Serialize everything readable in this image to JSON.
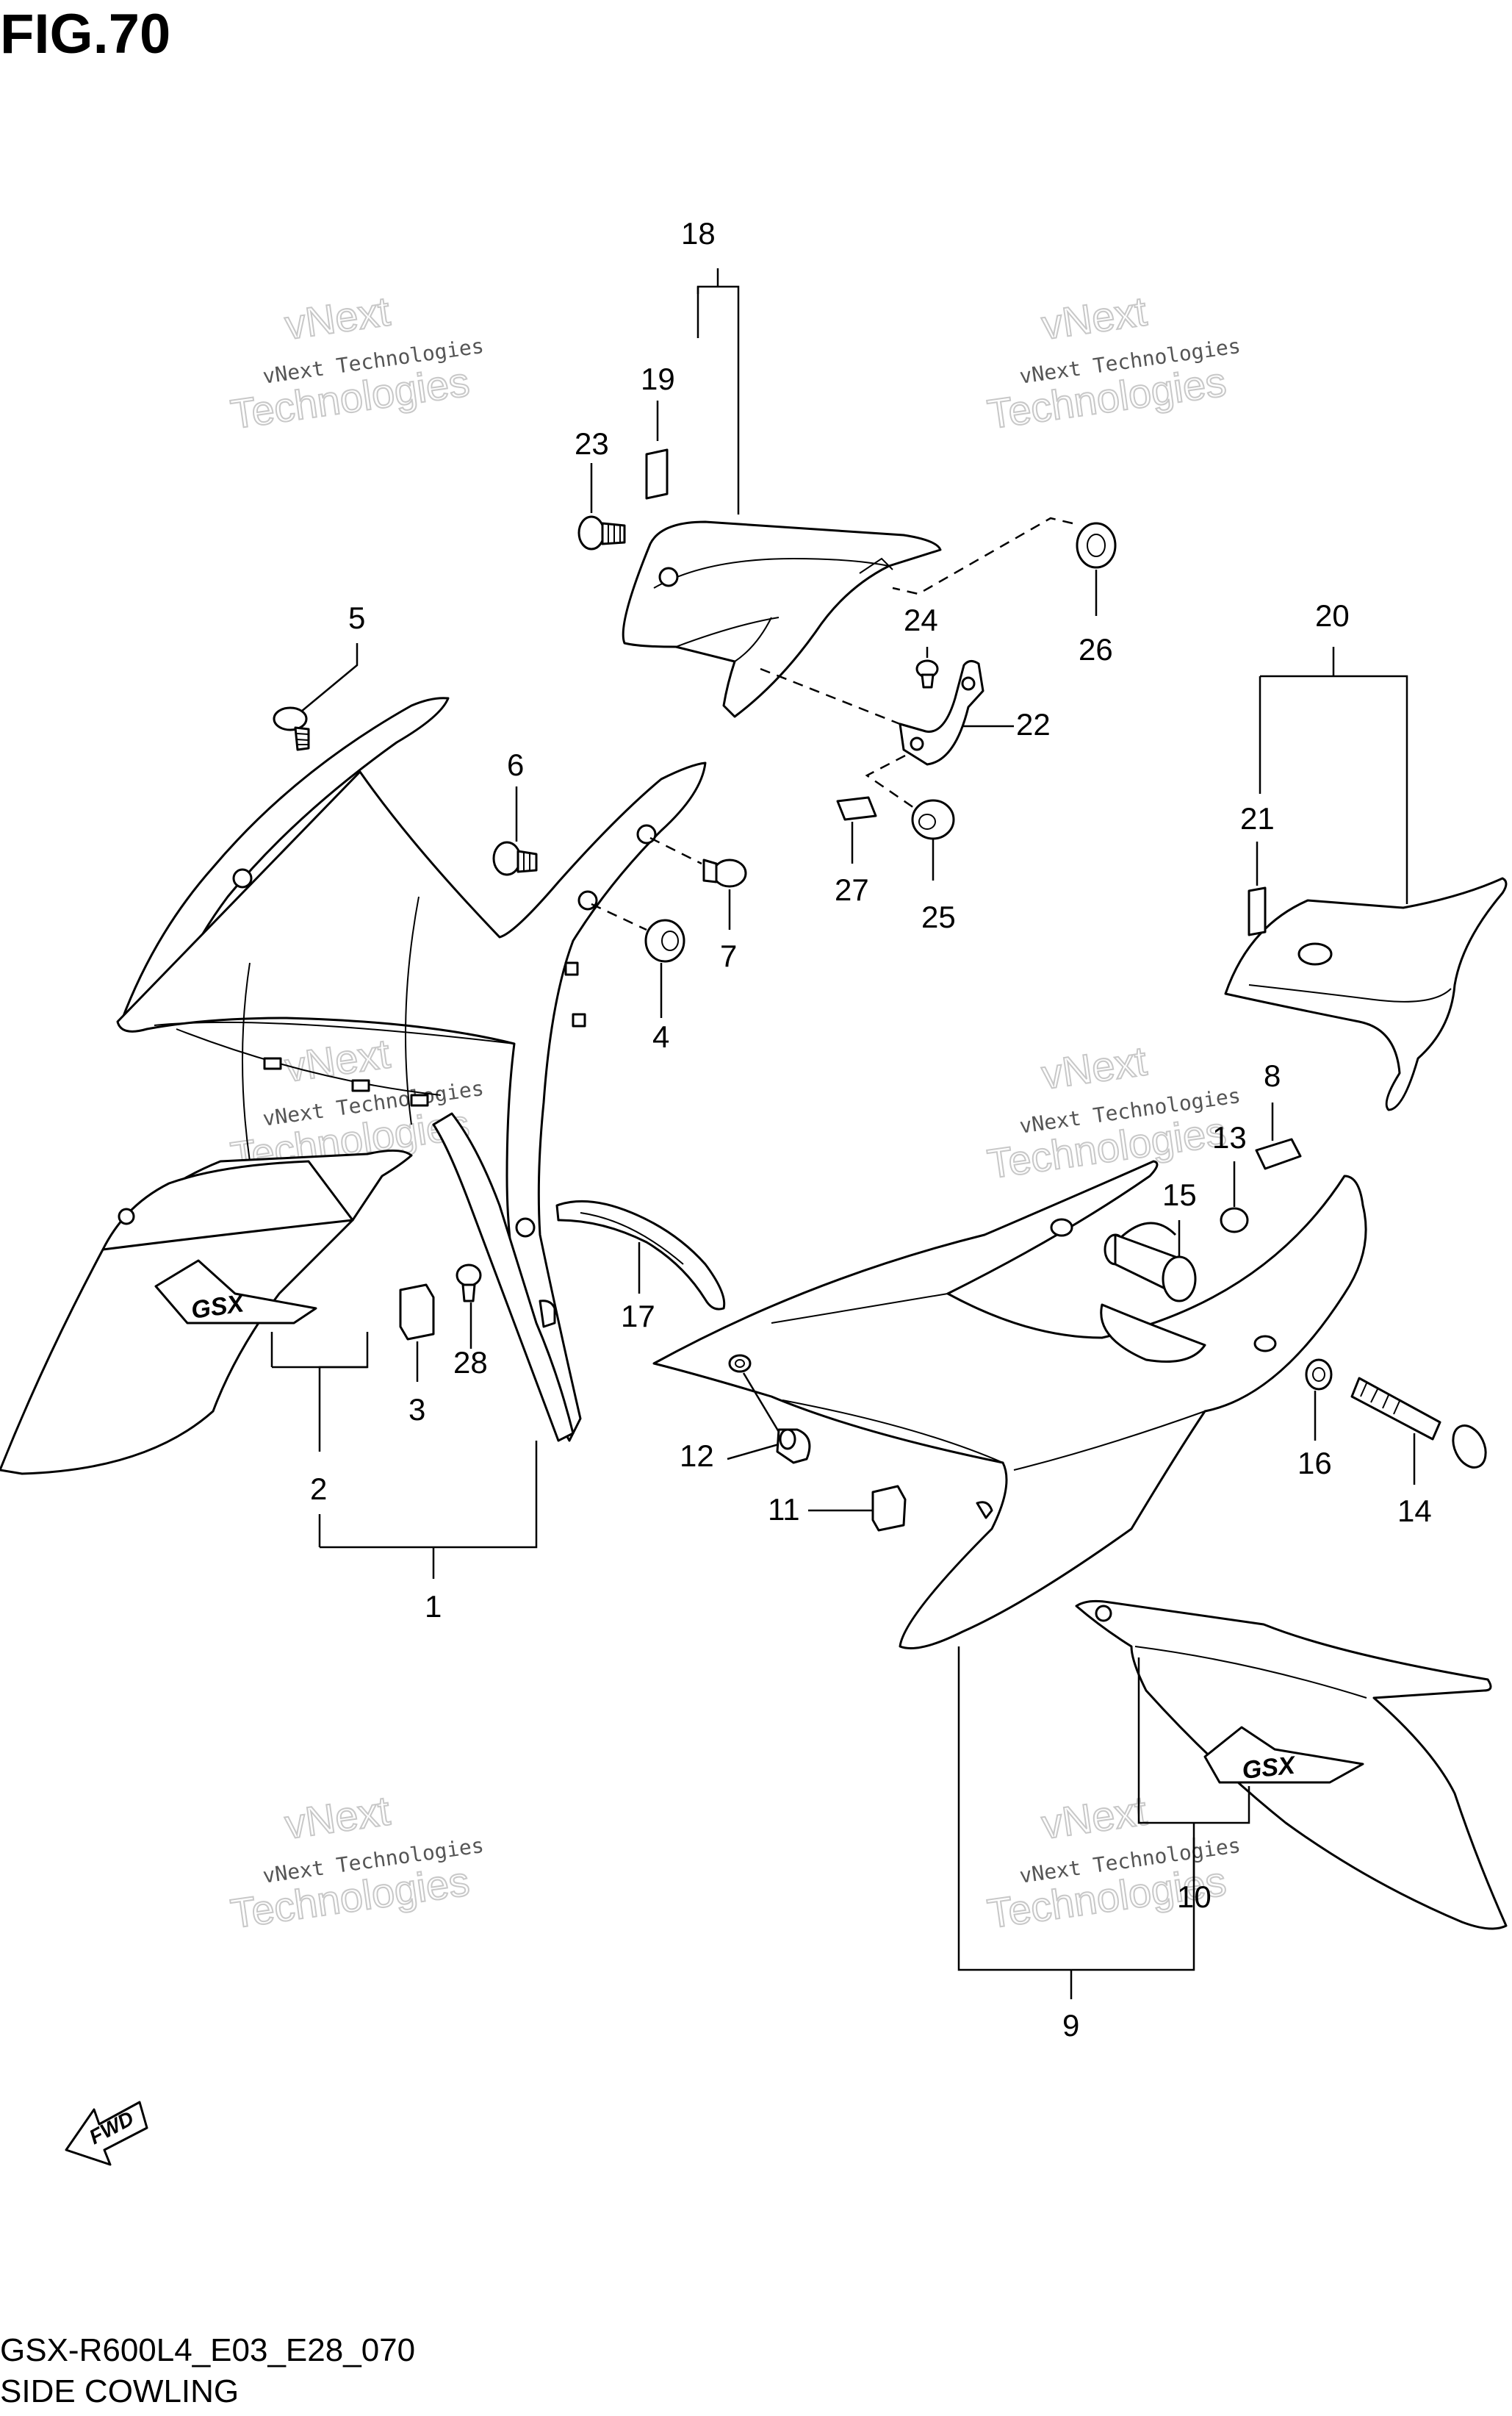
{
  "figure": {
    "title": "FIG.70",
    "model_code": "GSX-R600L4_E03_E28_070",
    "section_name": "SIDE COWLING"
  },
  "watermark": {
    "line1": "vNext Technologies",
    "line2": "vNext",
    "line3": "Technologies"
  },
  "fwd_label": "FWD",
  "logo_lettering": "GSX",
  "callouts": {
    "p1": "1",
    "p2": "2",
    "p3": "3",
    "p4": "4",
    "p5": "5",
    "p6": "6",
    "p7": "7",
    "p8": "8",
    "p9": "9",
    "p10": "10",
    "p11": "11",
    "p12": "12",
    "p13": "13",
    "p14": "14",
    "p15": "15",
    "p16": "16",
    "p17": "17",
    "p18": "18",
    "p19": "19",
    "p20": "20",
    "p21": "21",
    "p22": "22",
    "p23": "23",
    "p24": "24",
    "p25": "25",
    "p26": "26",
    "p27": "27",
    "p28": "28"
  }
}
